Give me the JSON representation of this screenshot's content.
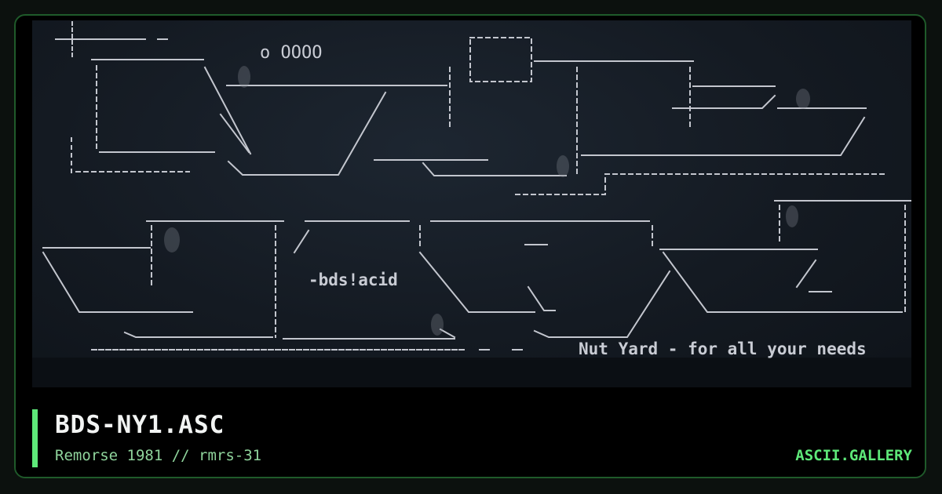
{
  "art": {
    "lines": {
      "top_left": "o OOOO",
      "handle": "-bds!acid",
      "tagline": "Nut Yard - for all your needs"
    }
  },
  "footer": {
    "title": "BDS-NY1.ASC",
    "subtitle": "Remorse 1981 // rmrs-31",
    "site": "ASCII.GALLERY"
  },
  "colors": {
    "accent": "#5ee879",
    "subtitle": "#8fd49c",
    "frame_border": "#1f5a2a",
    "art_text": "#c9ccd4"
  }
}
